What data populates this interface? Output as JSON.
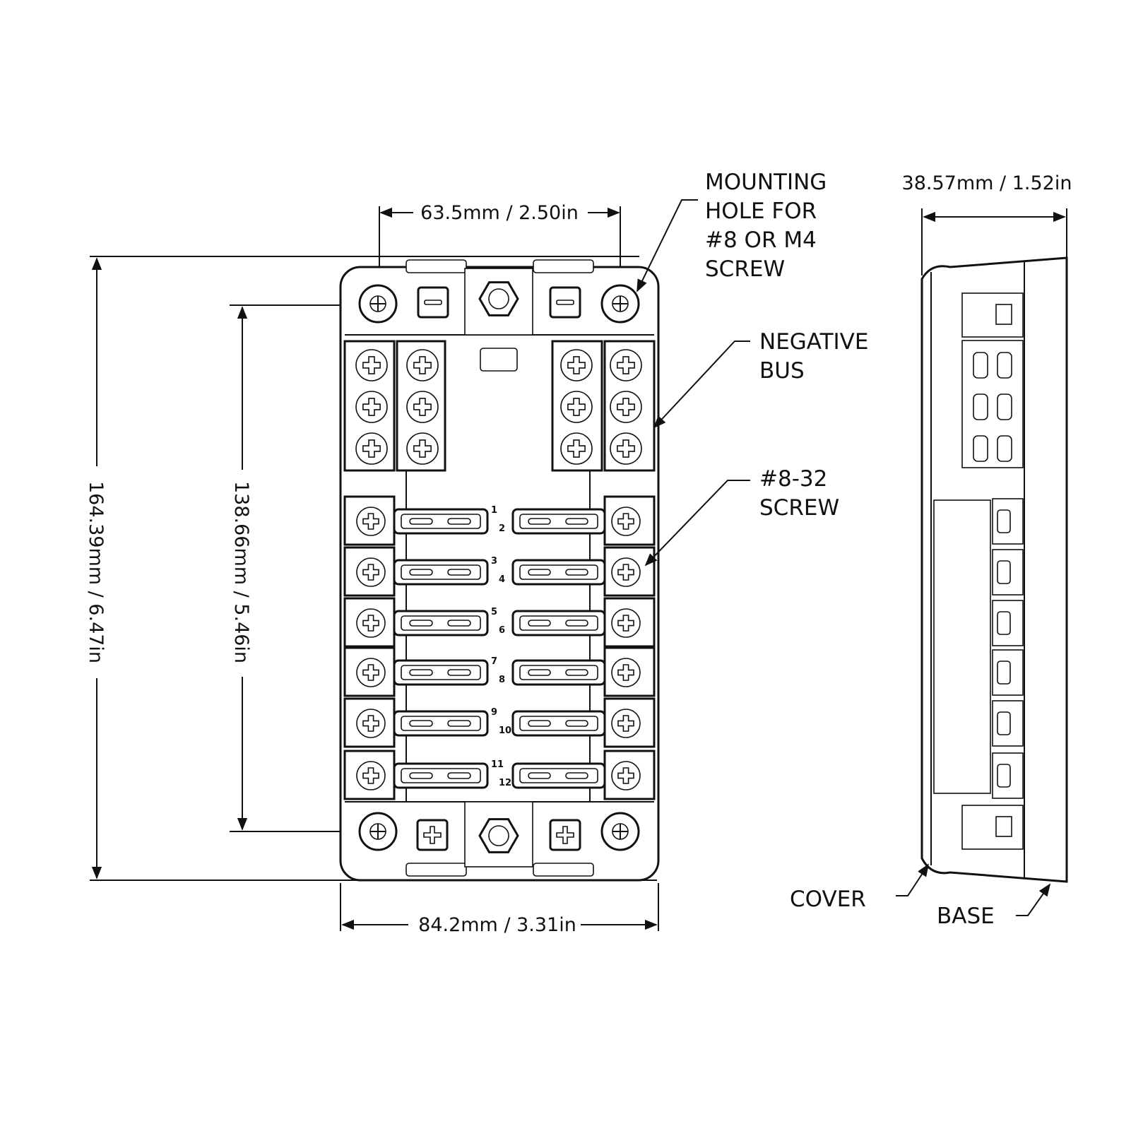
{
  "callouts": {
    "mounting_hole": [
      "MOUNTING",
      "HOLE FOR",
      "#8 OR M4",
      "SCREW"
    ],
    "negative_bus": [
      "NEGATIVE",
      "BUS"
    ],
    "screw": [
      "#8-32",
      "SCREW"
    ],
    "cover": "COVER",
    "base": "BASE"
  },
  "dimensions": {
    "hole_spacing": "63.5mm / 2.50in",
    "overall_height": "164.39mm / 6.47in",
    "hole_vertical_spacing": "138.66mm / 5.46in",
    "overall_width": "84.2mm / 3.31in",
    "depth": "38.57mm / 1.52in"
  },
  "fuse_numbers": [
    "1",
    "2",
    "3",
    "4",
    "5",
    "6",
    "7",
    "8",
    "9",
    "10",
    "11",
    "12"
  ],
  "colors": {
    "line": "#111111",
    "background": "#ffffff"
  }
}
